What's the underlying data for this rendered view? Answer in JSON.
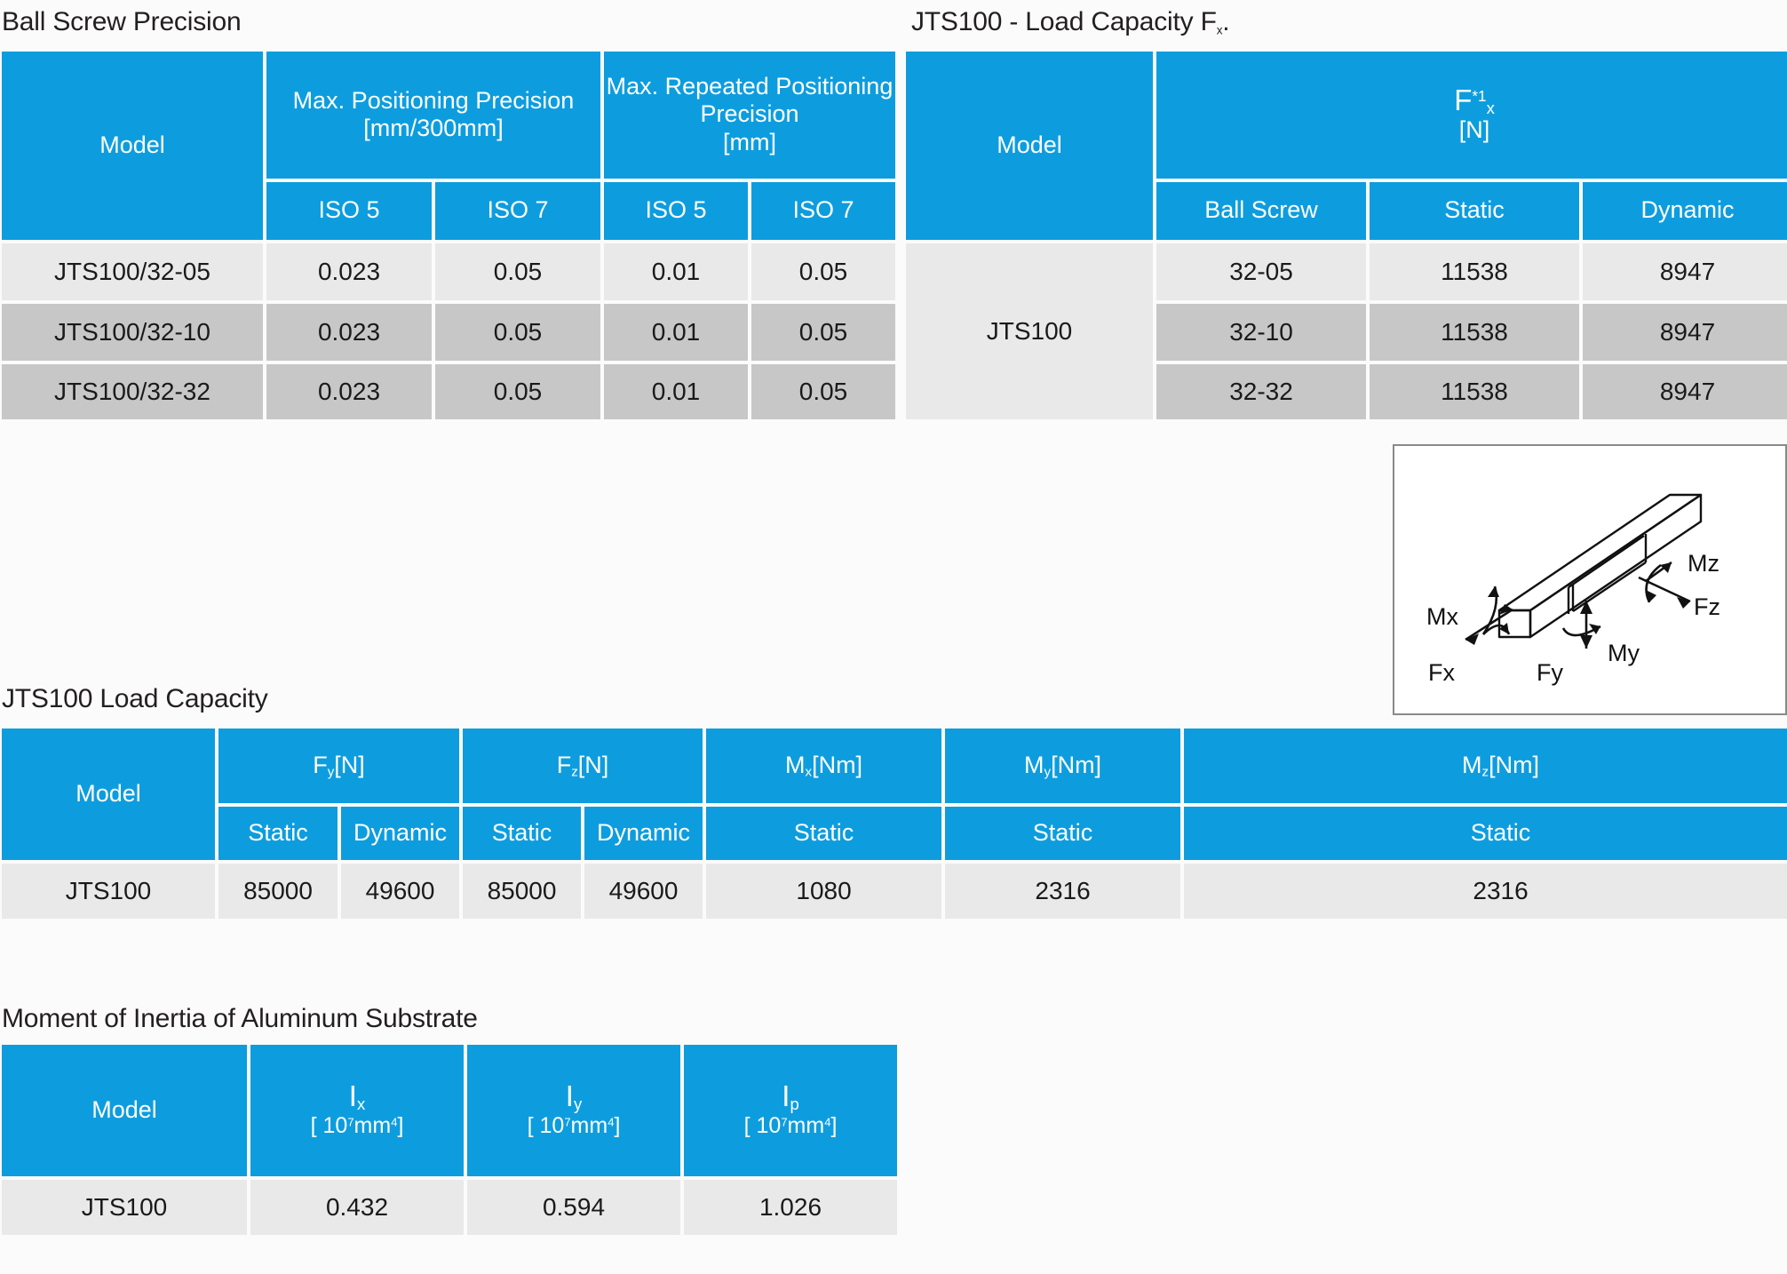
{
  "page": {
    "accent_blue": "#0d9ddf",
    "row_light": "#e9e9e9",
    "row_dark": "#c7c7c7",
    "background": "#fbfbfb"
  },
  "ball_screw_precision": {
    "title": "Ball Screw Precision",
    "headers": {
      "model": "Model",
      "max_positioning": "Max. Positioning Precision",
      "max_positioning_unit": "[mm/300mm]",
      "max_repeated": "Max. Repeated Positioning Precision",
      "max_repeated_unit": "[mm]",
      "sub": [
        "ISO 5",
        "ISO 7",
        "ISO 5",
        "ISO 7"
      ]
    },
    "rows": [
      {
        "model": "JTS100/32-05",
        "values": [
          "0.023",
          "0.05",
          "0.01",
          "0.05"
        ],
        "shade": "light"
      },
      {
        "model": "JTS100/32-10",
        "values": [
          "0.023",
          "0.05",
          "0.01",
          "0.05"
        ],
        "shade": "dark"
      },
      {
        "model": "JTS100/32-32",
        "values": [
          "0.023",
          "0.05",
          "0.01",
          "0.05"
        ],
        "shade": "dark"
      }
    ]
  },
  "load_capacity_fx": {
    "title_prefix": "JTS100 - Load Capacity F",
    "title_sub": "x",
    "title_suffix": ".",
    "headers": {
      "model": "Model",
      "group_symbol": "F",
      "group_sup": "*1",
      "group_sub": "x",
      "group_unit": "[N]",
      "sub": [
        "Ball Screw",
        "Static",
        "Dynamic"
      ]
    },
    "model_value": "JTS100",
    "rows": [
      {
        "ball_screw": "32-05",
        "static": "11538",
        "dynamic": "8947",
        "shade": "light"
      },
      {
        "ball_screw": "32-10",
        "static": "11538",
        "dynamic": "8947",
        "shade": "dark"
      },
      {
        "ball_screw": "32-32",
        "static": "11538",
        "dynamic": "8947",
        "shade": "dark"
      }
    ]
  },
  "force_diagram": {
    "labels": {
      "mx": "Mx",
      "fx": "Fx",
      "fy": "Fy",
      "my": "My",
      "mz": "Mz",
      "fz": "Fz"
    }
  },
  "jts100_load_capacity": {
    "title": "JTS100 Load Capacity",
    "headers": {
      "model": "Model",
      "groups": [
        {
          "symbol": "F",
          "sub": "y",
          "unit": "[N]"
        },
        {
          "symbol": "F",
          "sub": "z",
          "unit": "[N]"
        },
        {
          "symbol": "M",
          "sub": "x",
          "unit": "[Nm]"
        },
        {
          "symbol": "M",
          "sub": "y",
          "unit": "[Nm]"
        },
        {
          "symbol": "M",
          "sub": "z",
          "unit": "[Nm]"
        }
      ],
      "sub": [
        "Static",
        "Dynamic",
        "Static",
        "Dynamic",
        "Static",
        "Static",
        "Static"
      ]
    },
    "row": {
      "model": "JTS100",
      "values": [
        "85000",
        "49600",
        "85000",
        "49600",
        "1080",
        "2316",
        "2316"
      ]
    }
  },
  "moment_of_inertia": {
    "title": "Moment of Inertia of Aluminum Substrate",
    "headers": {
      "model": "Model",
      "columns": [
        {
          "symbol": "I",
          "sub": "x",
          "unit_open": "[ 10",
          "unit_exp": "7",
          "unit_mid": "mm",
          "unit_exp2": "4",
          "unit_close": "]"
        },
        {
          "symbol": "I",
          "sub": "y",
          "unit_open": "[ 10",
          "unit_exp": "7",
          "unit_mid": "mm",
          "unit_exp2": "4",
          "unit_close": "]"
        },
        {
          "symbol": "I",
          "sub": "p",
          "unit_open": "[ 10",
          "unit_exp": "7",
          "unit_mid": "mm",
          "unit_exp2": "4",
          "unit_close": "]"
        }
      ]
    },
    "row": {
      "model": "JTS100",
      "values": [
        "0.432",
        "0.594",
        "1.026"
      ]
    }
  }
}
